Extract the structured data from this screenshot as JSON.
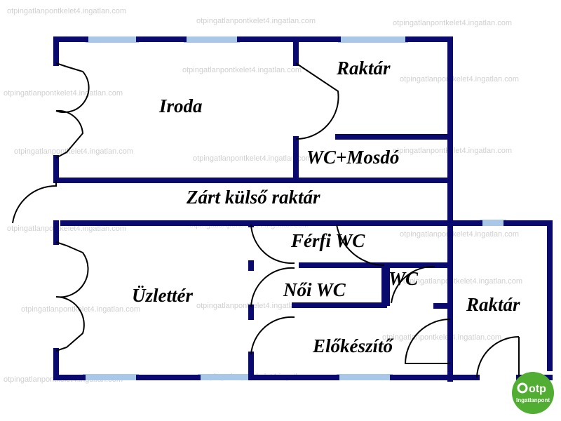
{
  "colors": {
    "wall": "#0a0a6e",
    "window": "#a9c8e8",
    "door_line": "#000000",
    "watermark": "#d0d0d0",
    "logo_green": "#52ae32"
  },
  "rooms": {
    "iroda": "Iroda",
    "raktar_top": "Raktár",
    "wc_mosdo": "WC+Mosdó",
    "zart_kulso_raktar": "Zárt külső raktár",
    "ferfi_wc": "Férfi WC",
    "uzletter": "Üzlettér",
    "noi_wc": "Női WC",
    "wc": "WC",
    "raktar_right": "Raktár",
    "elokeszito": "Előkészítő"
  },
  "watermark_text": "otpingatlanpontkelet4.ingatlan.com",
  "logo": {
    "brand": "otp",
    "sub": "Ingatlanpont"
  }
}
